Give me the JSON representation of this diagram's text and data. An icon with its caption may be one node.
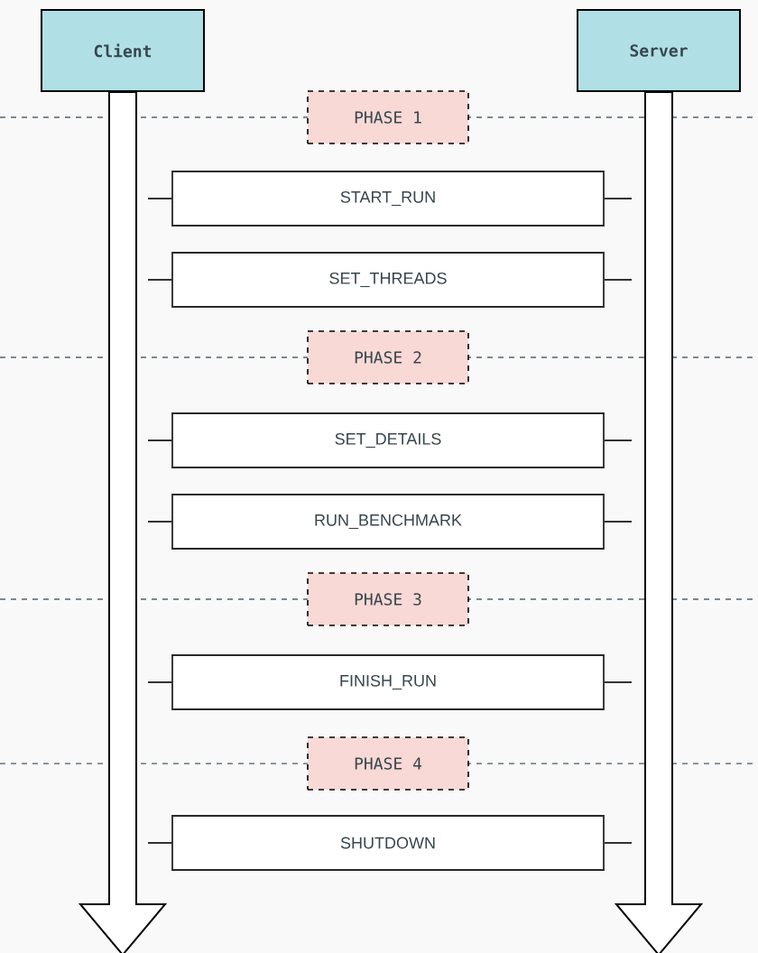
{
  "diagram": {
    "nodes": [
      {
        "text": [
          "Client"
        ]
      },
      {
        "text": [
          "Server"
        ]
      },
      {
        "text": [
          "PHASE 1"
        ]
      },
      {
        "text": [
          "START_RUN"
        ]
      },
      {
        "text": [
          "SET_THREADS"
        ]
      },
      {
        "text": [
          "PHASE 2"
        ]
      },
      {
        "text": [
          "SET_DETAILS"
        ]
      },
      {
        "text": [
          "RUN_BENCHMARK"
        ]
      },
      {
        "text": [
          "PHASE 3"
        ]
      },
      {
        "text": [
          "FINISH_RUN"
        ]
      },
      {
        "text": [
          "PHASE 4"
        ]
      },
      {
        "text": [
          "SHUTDOWN"
        ]
      }
    ],
    "edges": [
      {
        "from": 0,
        "to": null,
        "arrow": "to"
      },
      {
        "from": 1,
        "to": null,
        "arrow": "to"
      }
    ]
  }
}
